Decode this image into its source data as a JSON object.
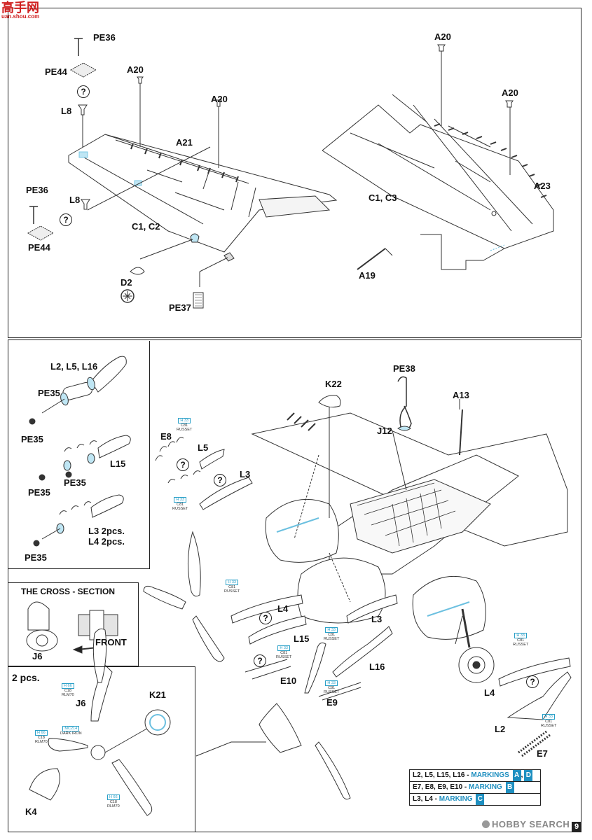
{
  "page_number": "9",
  "watermark_top": {
    "main": "高手网",
    "sub": "uan.shou.com"
  },
  "watermark_bottom": "HOBBY SEARCH",
  "top_panel": {
    "parts": [
      "PE36",
      "PE44",
      "A20",
      "L8",
      "A20",
      "A21",
      "PE36",
      "L8",
      "PE44",
      "C1, C2",
      "D2",
      "PE37",
      "A20",
      "A20",
      "A23",
      "C1, C3",
      "A19"
    ]
  },
  "left_panel": {
    "labels": [
      "L2, L5, L16",
      "PE35",
      "PE35",
      "L15",
      "PE35",
      "PE35",
      "L3  2pcs.",
      "L4  2pcs.",
      "PE35"
    ]
  },
  "cross_section": {
    "title": "THE CROSS - SECTION",
    "front": "FRONT",
    "part": "J6"
  },
  "props": {
    "qty": "2 pcs.",
    "labels": [
      "J6",
      "K21",
      "K4"
    ]
  },
  "main_labels": [
    "K22",
    "PE38",
    "A13",
    "J12",
    "E8",
    "L5",
    "L3",
    "L4",
    "L15",
    "E10",
    "L3",
    "L16",
    "E9",
    "L4",
    "L2",
    "E7"
  ],
  "paint_codes": {
    "h33": "H 33",
    "c81": "C81",
    "russet": "RUSSET",
    "h66": "H 66",
    "c18": "C18",
    "rlm70": "RLM70",
    "mc214": "MC214",
    "dark_iron": "DARK IRON"
  },
  "legend": [
    {
      "text": "L2, L5, L15, L16 - ",
      "marking": "MARKINGS",
      "letters": [
        "A",
        "D"
      ],
      "sep": ","
    },
    {
      "text": "E7, E8, E9, E10 - ",
      "marking": "MARKING",
      "letters": [
        "B"
      ],
      "sep": ""
    },
    {
      "text": "L3, L4 - ",
      "marking": "MARKING",
      "letters": [
        "C"
      ],
      "sep": ""
    }
  ],
  "colors": {
    "accent": "#1e8fc0",
    "line": "#222222"
  }
}
